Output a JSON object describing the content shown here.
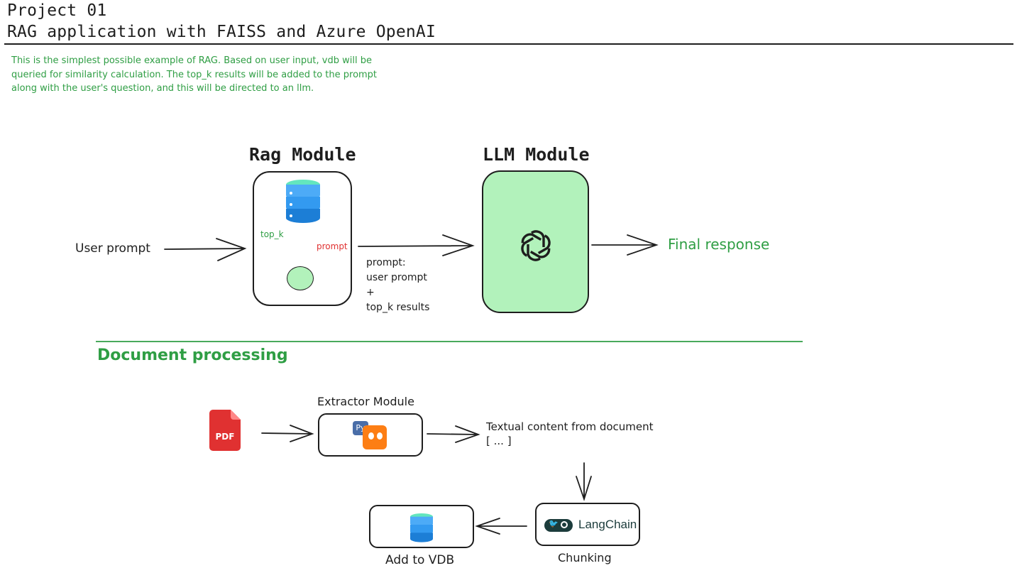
{
  "header": {
    "title_line1": "Project 01",
    "title_line2": "RAG application with FAISS and Azure OpenAI"
  },
  "intro_note": "This is the simplest possible example of RAG. Based on user input, vdb will be queried for similarity calculation. The top_k results will be added to the prompt along with the user's question, and this will be directed to an llm.",
  "rag_flow": {
    "user_prompt_label": "User prompt",
    "rag_module_title": "Rag Module",
    "top_k_label": "top_k",
    "prompt_label": "prompt",
    "prompt_payload_lines": [
      "prompt:",
      "user prompt",
      "+",
      "top_k results"
    ],
    "llm_module_title": "LLM Module",
    "final_response_label": "Final response"
  },
  "document_processing": {
    "section_title": "Document processing",
    "pdf_icon_text": "PDF",
    "extractor_module_title": "Extractor Module",
    "pymupdf_badge": "Py",
    "textual_content_line1": "Textual content from document",
    "textual_content_line2": "[ ... ]",
    "langchain_label": "LangChain",
    "chunking_label": "Chunking",
    "add_to_vdb_label": "Add to VDB"
  },
  "colors": {
    "accent_green": "#2f9e44",
    "llm_fill": "#b2f2bb",
    "arrow_red": "#e03131",
    "stroke": "#1e1e1e",
    "db_blue": "#1c7ed6",
    "db_teal": "#63e6be",
    "pdf_red": "#e03131",
    "langchain_dark": "#1c3c3c"
  },
  "icons": [
    "database-icon",
    "openai-logo-icon",
    "pdf-file-icon",
    "pymupdf-icon",
    "langchain-logo-icon"
  ]
}
